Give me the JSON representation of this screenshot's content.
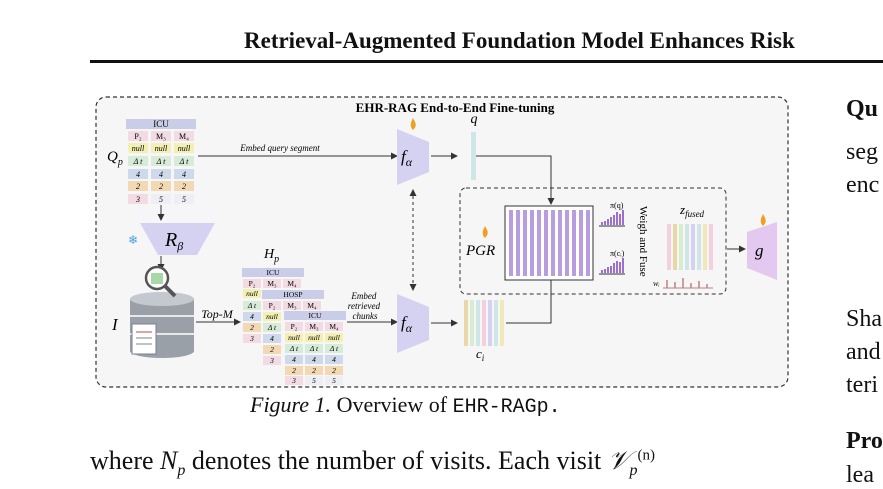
{
  "header": {
    "title": "Retrieval-Augmented Foundation Model Enhances Risk"
  },
  "figure": {
    "title": "EHR-RAG End-to-End Fine-tuning",
    "query_label": "Q",
    "query_sub": "p",
    "icu_label": "ICU",
    "hosp_label": "HOSP",
    "col_p2": "P₂",
    "col_m3": "M₃",
    "col_m4": "M₄",
    "null_text": "null",
    "delta_text": "Δ t",
    "val_4": "4",
    "val_2": "2",
    "val_3": "3",
    "val_5": "5",
    "embed_query_label": "Embed query segment",
    "f_alpha": "f",
    "f_alpha_sub": "α",
    "q_label": "q",
    "r_beta": "R",
    "r_beta_sub": "β",
    "index_label": "I",
    "top_m_label": "Top-M",
    "hp_label": "H",
    "hp_sub": "p",
    "embed_retrieved": [
      "Embed",
      "retrieved",
      "chunks"
    ],
    "ci_label": "c",
    "ci_sub": "i",
    "pgr_label": "PGR",
    "pi_q": "π(q)",
    "pi_c": "π(cᵢ)",
    "weigh_fuse": "Weigh and Fuse",
    "z_fused": "z",
    "z_fused_sub": "fused",
    "g_label": "g",
    "wi_label": "wᵢ"
  },
  "caption": {
    "figure_num": "Figure 1.",
    "text": "Overview of",
    "name": "EHR-RAGp."
  },
  "body": {
    "line1_start": "where",
    "np": "N",
    "np_sub": "p",
    "line1_mid": "denotes the number of visits.  Each visit",
    "vp": "𝒱",
    "vp_sub": "p",
    "vp_sup": "(n)"
  },
  "right_column": {
    "heading1": "Qu",
    "line2": "seg",
    "line3": "enc",
    "line4": "Sha",
    "line5": "and",
    "line6": "teri",
    "heading2": "Pro",
    "line8": "lea"
  },
  "colors": {
    "icu_header": "#c9cde8",
    "null_row": "#f4f0b4",
    "delta_row": "#d7ecd8",
    "row4": "#cfd9ec",
    "row2": "#f2d9b4",
    "row35": "#f3dbe4",
    "encoder": "#d5d1f0",
    "pgr_bars": "#b89ee0",
    "flame": "#f0a020"
  }
}
